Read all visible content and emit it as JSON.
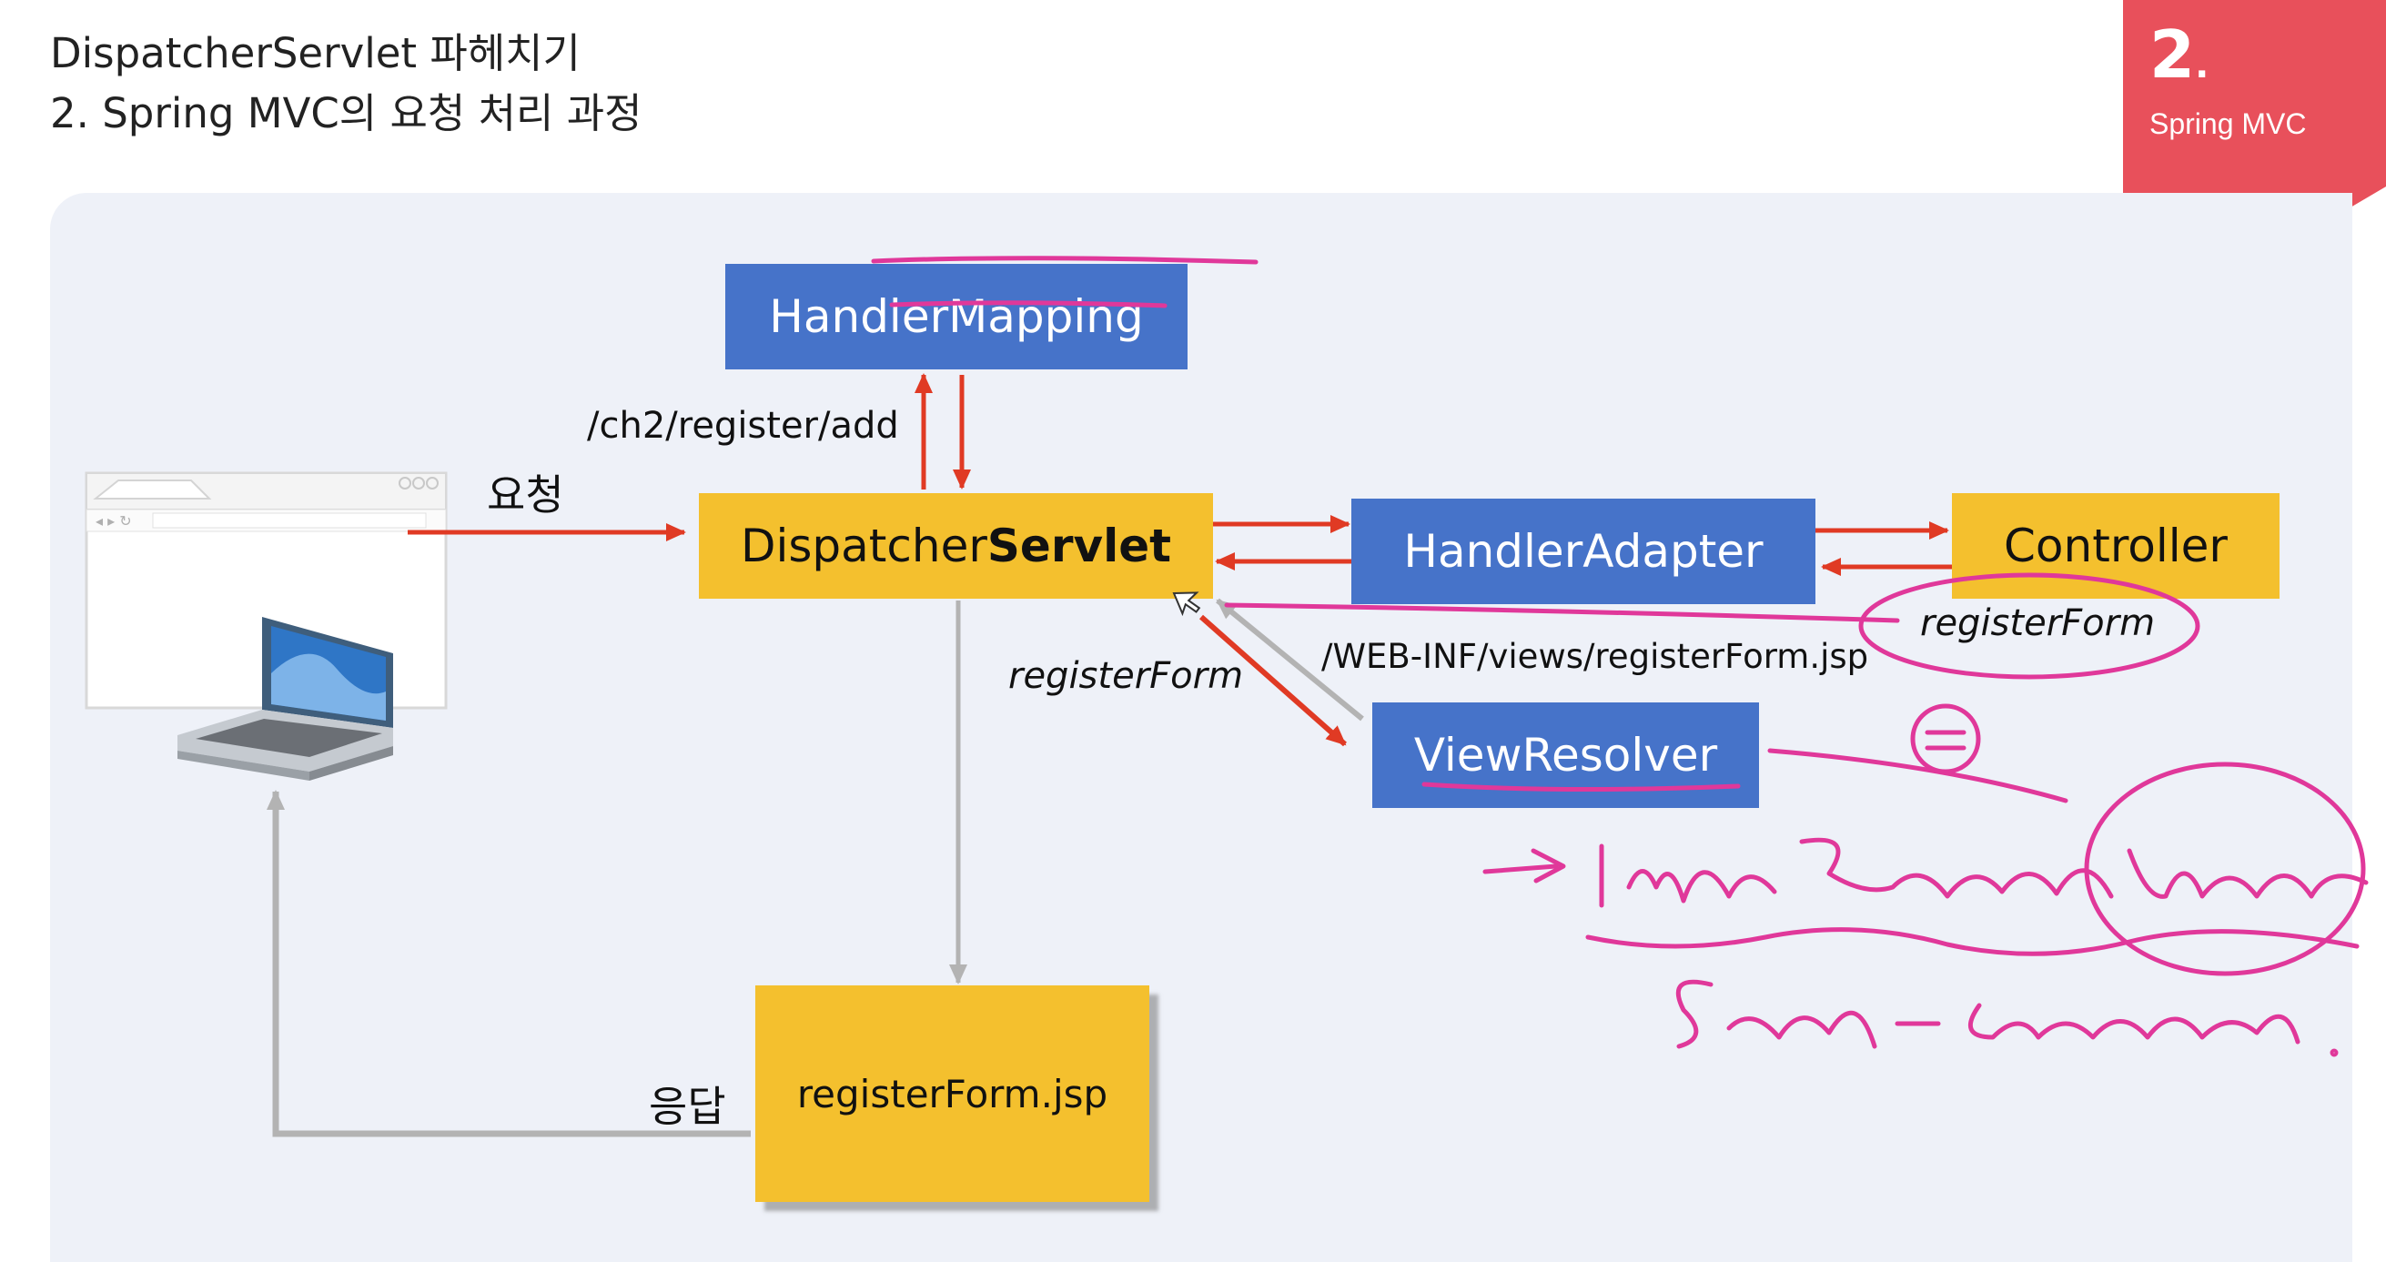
{
  "header": {
    "title": "DispatcherServlet 파헤치기",
    "subtitle": "2. Spring MVC의 요청 처리 과정"
  },
  "section": {
    "number": "2",
    "dot": ".",
    "name": "Spring MVC",
    "color": "#e8505b"
  },
  "nodes": {
    "handler_mapping": "HandlerMapping",
    "dispatcher_prefix": "Dispatcher",
    "dispatcher_bold": "Servlet",
    "handler_adapter": "HandlerAdapter",
    "controller": "Controller",
    "view_resolver": "ViewResolver",
    "jsp": "registerForm.jsp"
  },
  "labels": {
    "url": "/ch2/register/add",
    "request": "요청",
    "response": "응답",
    "view_name_left": "registerForm",
    "view_name_right": "registerForm",
    "view_path": "/WEB-INF/views/registerForm.jsp"
  },
  "colors": {
    "blue": "#4673c9",
    "yellow": "#f4c02e",
    "arrow_red": "#e03a24",
    "arrow_gray": "#b3b3b3",
    "ink": "#e0389a"
  }
}
